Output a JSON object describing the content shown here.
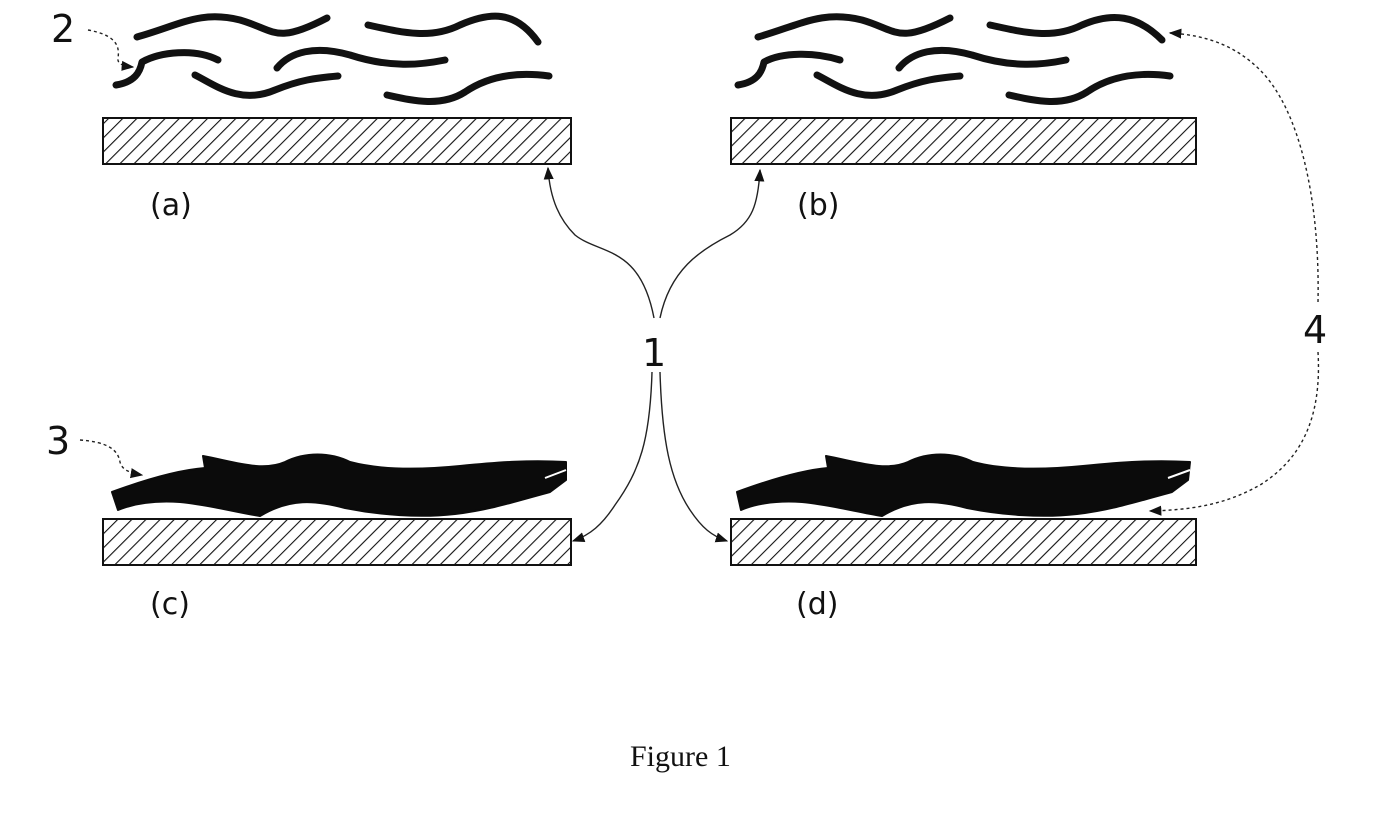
{
  "panels": {
    "a": "(a)",
    "b": "(b)",
    "c": "(c)",
    "d": "(d)"
  },
  "refs": {
    "substrate": "1",
    "loose_fibers": "2",
    "pressed_fibers": "3",
    "transfer": "4"
  },
  "caption": "Figure 1",
  "colors": {
    "ink": "#111111",
    "background": "#ffffff"
  }
}
